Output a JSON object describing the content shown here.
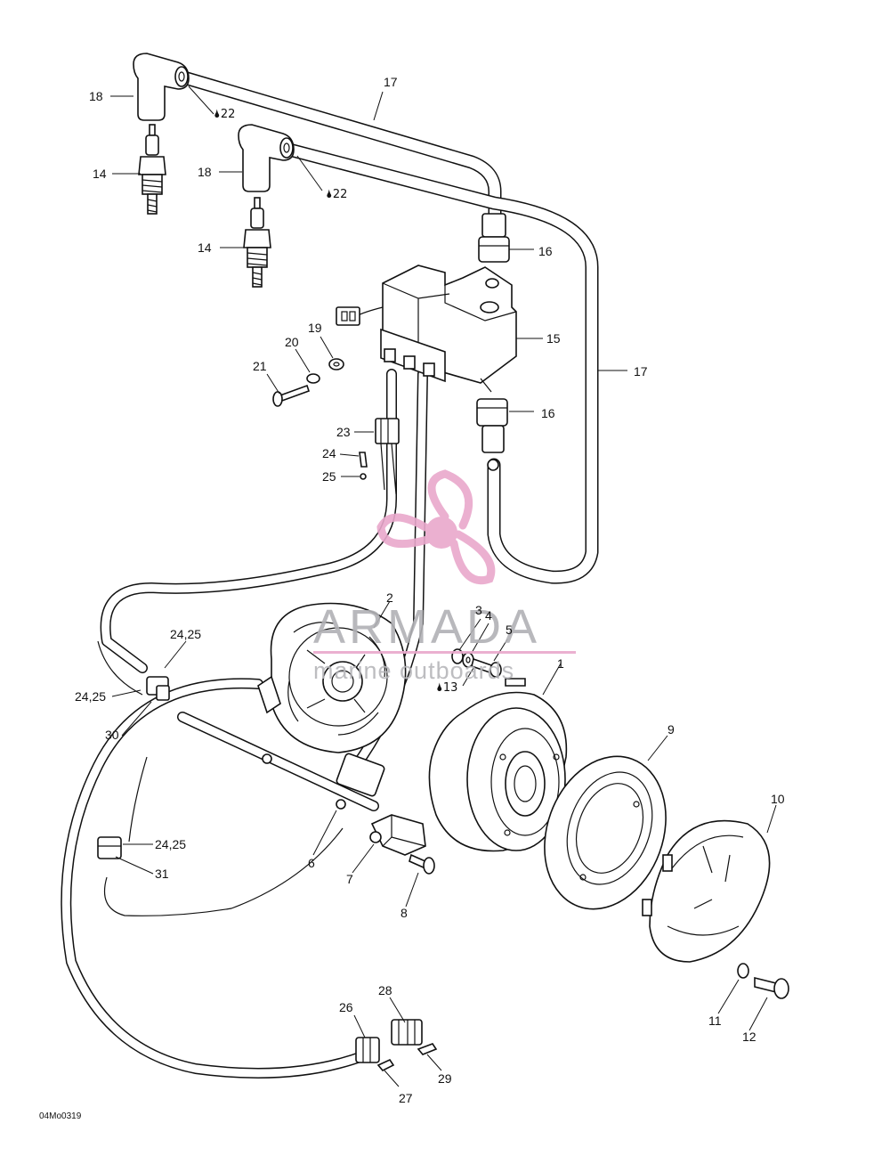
{
  "diagram": {
    "drawing_number": "04Mo0319",
    "callouts": [
      "1",
      "2",
      "3",
      "4",
      "5",
      "6",
      "7",
      "8",
      "9",
      "10",
      "11",
      "12",
      "13",
      "14",
      "14",
      "15",
      "16",
      "16",
      "17",
      "17",
      "18",
      "18",
      "19",
      "20",
      "21",
      "22",
      "22",
      "23",
      "24",
      "24,25",
      "24,25",
      "24,25",
      "25",
      "26",
      "27",
      "28",
      "29",
      "30",
      "31"
    ],
    "lubricant_symbol_refs": [
      "22",
      "22",
      "13"
    ]
  },
  "watermark": {
    "brand": "ARMADA",
    "tagline": "marine outboards",
    "color_pink": "#e9a8cc",
    "color_gray": "#b1b1b5"
  }
}
